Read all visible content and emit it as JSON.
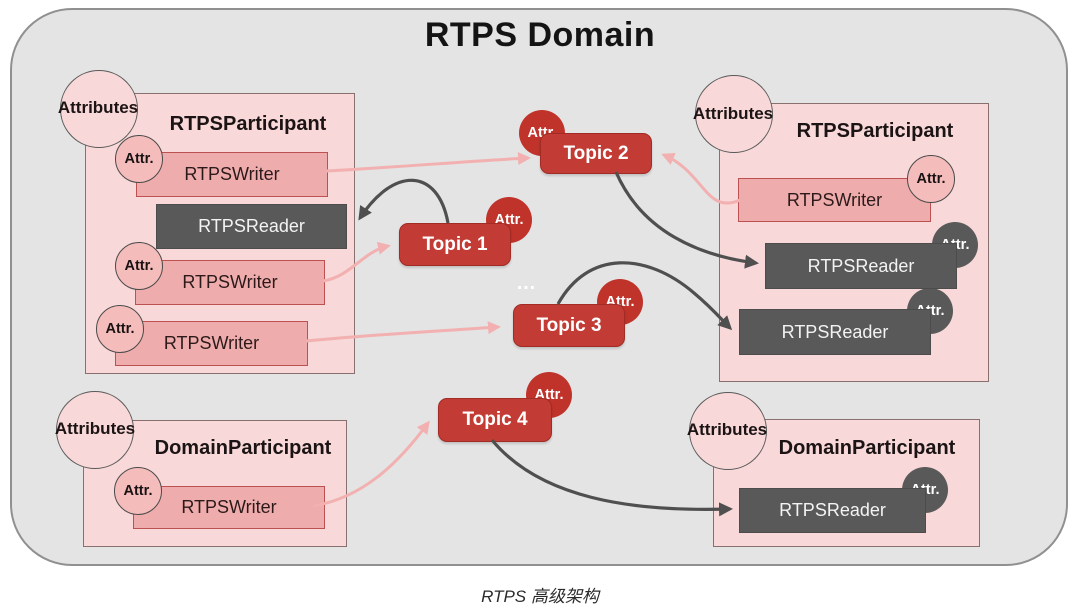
{
  "domain_title": "RTPS Domain",
  "caption": "RTPS 高级架构",
  "more_topics_ellipsis": "…",
  "shared": {
    "attributes": "Attributes",
    "attr": "Attr."
  },
  "participants": {
    "top_left": {
      "title": "RTPSParticipant",
      "nodes": [
        "RTPSWriter",
        "RTPSReader",
        "RTPSWriter",
        "RTPSWriter"
      ]
    },
    "top_right": {
      "title": "RTPSParticipant",
      "nodes": [
        "RTPSWriter",
        "RTPSReader",
        "RTPSReader"
      ]
    },
    "bottom_left": {
      "title": "DomainParticipant",
      "nodes": [
        "RTPSWriter"
      ]
    },
    "bottom_right": {
      "title": "DomainParticipant",
      "nodes": [
        "RTPSReader"
      ]
    }
  },
  "topics": {
    "t1": "Topic 1",
    "t2": "Topic 2",
    "t3": "Topic 3",
    "t4": "Topic 4"
  },
  "edges": [
    {
      "from": "top_left.RTPSWriter.1",
      "to": "topics.t2",
      "color": "pink"
    },
    {
      "from": "top_right.RTPSWriter.1",
      "to": "topics.t2",
      "color": "pink"
    },
    {
      "from": "top_left.RTPSWriter.2",
      "to": "topics.t1",
      "color": "pink"
    },
    {
      "from": "top_left.RTPSWriter.3",
      "to": "topics.t3",
      "color": "pink"
    },
    {
      "from": "bottom_left.RTPSWriter.1",
      "to": "topics.t4",
      "color": "pink"
    },
    {
      "from": "topics.t1",
      "to": "top_left.RTPSReader.1",
      "color": "dark"
    },
    {
      "from": "topics.t2",
      "to": "top_right.RTPSReader.1",
      "color": "dark"
    },
    {
      "from": "topics.t3",
      "to": "top_right.RTPSReader.2",
      "color": "dark"
    },
    {
      "from": "topics.t4",
      "to": "bottom_right.RTPSReader.1",
      "color": "dark"
    }
  ],
  "colors": {
    "domain_bg": "#e4e4e4",
    "participant_bg": "#f8d8d8",
    "writer_bg": "#efacac",
    "reader_bg": "#595959",
    "topic_bg": "#c23b34",
    "attr_pink": "#f5bcbc",
    "arrow_pink": "#f2b0b0",
    "arrow_dark": "#4f4f4f"
  }
}
